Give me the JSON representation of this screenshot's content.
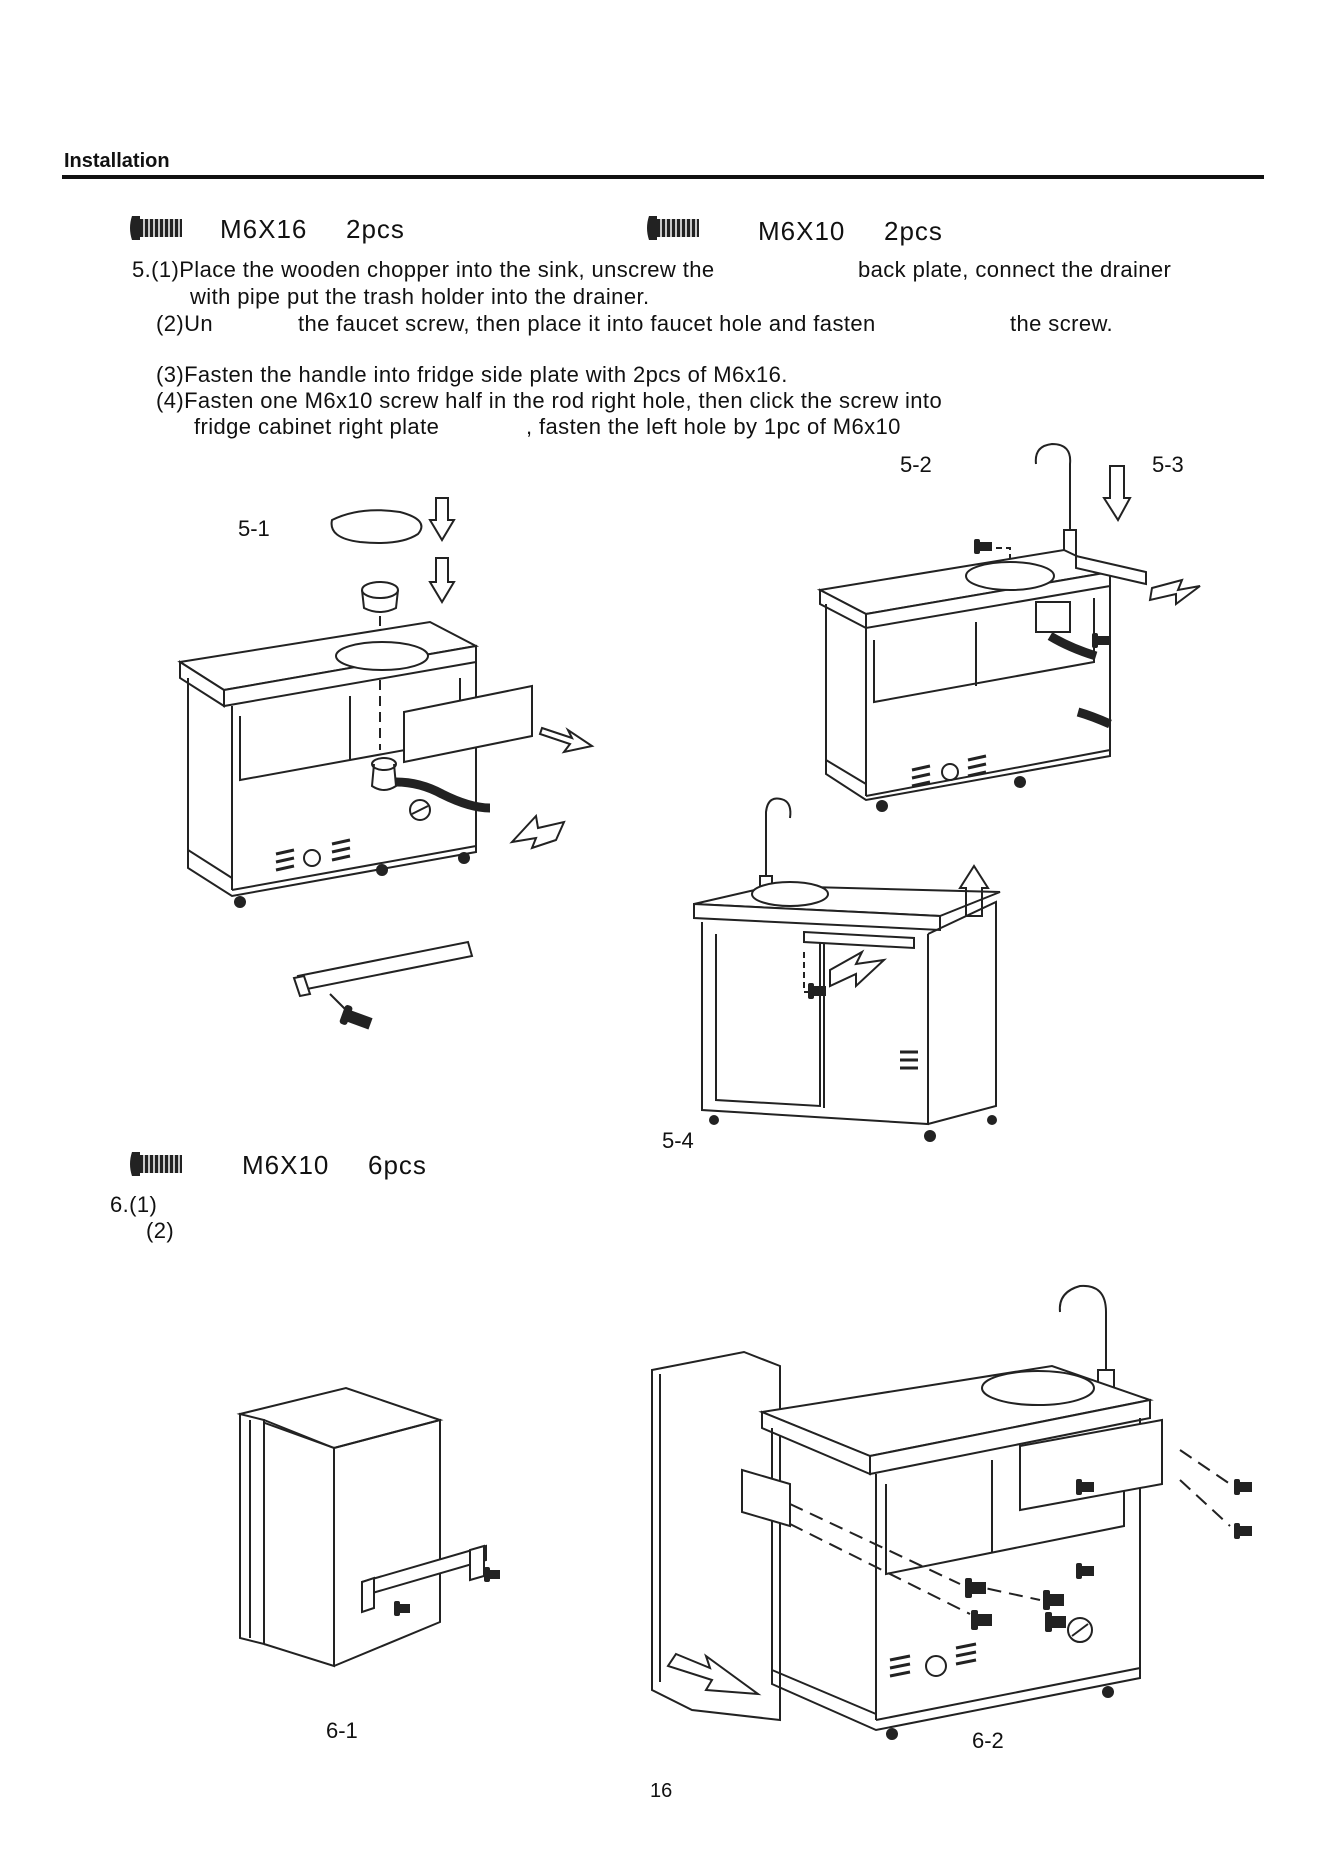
{
  "header": {
    "title": "Installation"
  },
  "parts5": [
    {
      "spec": "M6X16",
      "qty": "2pcs"
    },
    {
      "spec": "M6X10",
      "qty": "2pcs"
    }
  ],
  "step5": {
    "l1": "5.(1)Place the wooden chopper into the sink, unscrew the",
    "l1b": "back plate, connect the drainer",
    "l2": "with pipe  put the trash holder into the drainer.",
    "l3": "(2)Un",
    "l3b": "the faucet screw, then place it into faucet hole and fasten",
    "l3c": "the screw.",
    "l4": "(3)Fasten the handle into fridge side plate with 2pcs of M6x16.",
    "l5": "(4)Fasten one M6x10 screw half in the rod right hole, then click the screw into",
    "l6": "fridge cabinet right plate",
    "l6b": ", fasten the left hole by 1pc of M6x10"
  },
  "figures": {
    "f51": "5-1",
    "f52": "5-2",
    "f53": "5-3",
    "f54": "5-4",
    "f61": "6-1",
    "f62": "6-2"
  },
  "parts6": {
    "spec": "M6X10",
    "qty": "6pcs"
  },
  "step6": {
    "l1": "6.(1)",
    "l2": "(2)"
  },
  "page_number": "16"
}
